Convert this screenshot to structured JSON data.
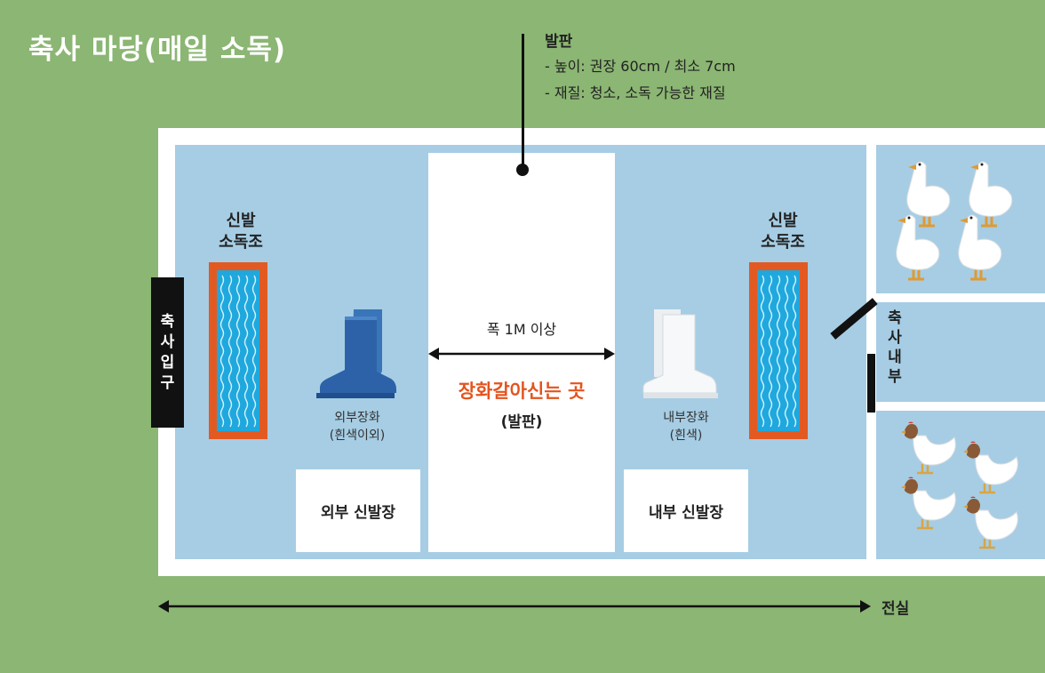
{
  "title": "축사 마당(매일 소독)",
  "footpad_info": {
    "heading": "발판",
    "lines": [
      "- 높이: 권장 60cm / 최소 7cm",
      "- 재질: 청소, 소독 가능한 재질"
    ]
  },
  "entrance": {
    "chars": [
      "축",
      "사",
      "입",
      "구"
    ]
  },
  "disinfect_left": {
    "line1": "신발",
    "line2": "소독조"
  },
  "disinfect_right": {
    "line1": "신발",
    "line2": "소독조"
  },
  "outer_boots": {
    "line1": "외부장화",
    "line2": "(흰색이외)"
  },
  "inner_boots": {
    "line1": "내부장화",
    "line2": "(흰색)"
  },
  "center": {
    "width_label": "폭 1M 이상",
    "title": "장화갈아신는 곳",
    "subtitle": "(발판)"
  },
  "outer_shelf": "외부 신발장",
  "inner_shelf": "내부 신발장",
  "barn_inside": {
    "chars": [
      "축",
      "사",
      "내",
      "부"
    ]
  },
  "anteroom_label": "전실",
  "colors": {
    "grass": "#8bb673",
    "floor": "#a6cde4",
    "basin_frame": "#e25a22",
    "basin_water": "#1fa8dd",
    "accent_text": "#e4541e",
    "outer_boot": "#2d62a8"
  }
}
